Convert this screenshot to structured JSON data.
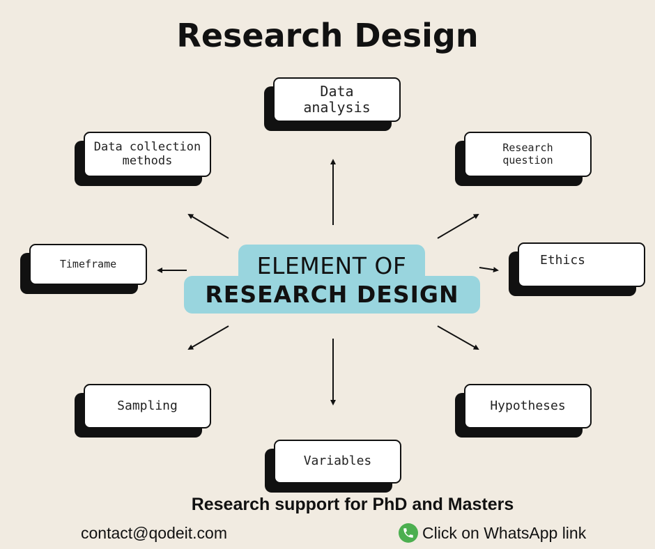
{
  "title": "Research Design",
  "center": {
    "line1": "ELEMENT OF",
    "line2": "RESEARCH DESIGN"
  },
  "nodes": {
    "data_analysis": "Data\nanalysis",
    "research_question": "Research\nquestion",
    "data_collection": "Data collection\nmethods",
    "timeframe": "Timeframe",
    "ethics": "Ethics",
    "sampling": "Sampling",
    "hypotheses": "Hypotheses",
    "variables": "Variables"
  },
  "footer": {
    "support": "Research support for PhD and Masters",
    "contact": "contact@qodeit.com",
    "whatsapp": "Click on WhatsApp link"
  },
  "colors": {
    "background": "#f1ebe1",
    "center_fill": "#99d5de",
    "whatsapp": "#4caf50"
  },
  "icons": {
    "whatsapp": "whatsapp-icon"
  }
}
